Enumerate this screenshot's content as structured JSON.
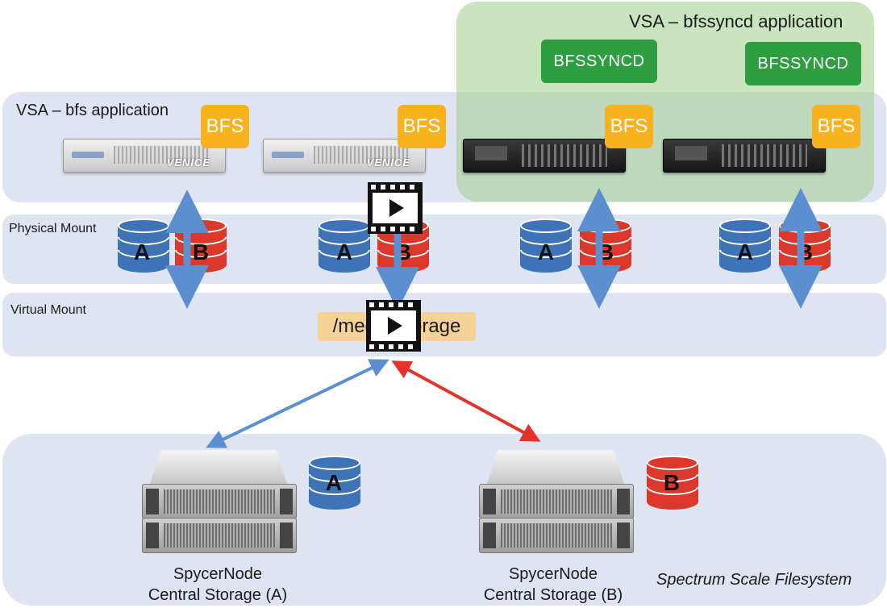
{
  "bfssyncd_panel": {
    "title": "VSA – bfssyncd application",
    "buttons": [
      "BFSSYNCD",
      "BFSSYNCD"
    ]
  },
  "bfs_band": {
    "title": "VSA – bfs application",
    "badge": "BFS",
    "servers": [
      {
        "model": "VENICE",
        "style": "light"
      },
      {
        "model": "VENICE",
        "style": "light"
      },
      {
        "model": "",
        "style": "dark"
      },
      {
        "model": "",
        "style": "dark"
      }
    ]
  },
  "physical_mount": {
    "label": "Physical Mount",
    "volume_labels": [
      "A",
      "B"
    ]
  },
  "virtual_mount": {
    "label": "Virtual Mount",
    "path": "/media/storage"
  },
  "storage_band": {
    "nodes": [
      {
        "name": "SpycerNode",
        "subtitle": "Central Storage (A)",
        "volume": "A"
      },
      {
        "name": "SpycerNode",
        "subtitle": "Central Storage (B)",
        "volume": "B"
      }
    ],
    "filesystem": "Spectrum Scale Filesystem"
  },
  "colors": {
    "band": "#dfe4f2",
    "green_panel": "#a0cd8c",
    "bfssyncd_button": "#2f9e41",
    "bfs_badge": "#f7b21e",
    "volume_a": "#3f73b8",
    "volume_b": "#d9382b",
    "arrow_a": "#5b8fcf",
    "arrow_b": "#e4332a"
  },
  "icons": [
    "video-clip-icon",
    "database-icon",
    "server-icon",
    "storage-node-icon"
  ]
}
